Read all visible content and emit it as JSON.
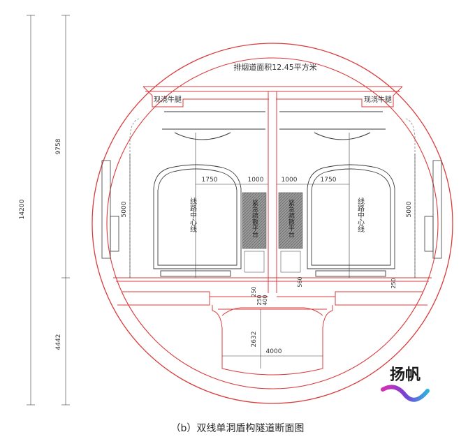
{
  "caption": "（b）双线单洞盾构隧道断面图",
  "smoke_duct_label": "排烟道面积12.45平方米",
  "corbel_label": "现浇牛腿",
  "emergency_platform_label": "紧急疏散平台",
  "track_center_label": "线路中心线",
  "logo_text": "扬帆",
  "dimensions": {
    "total_height": "14200",
    "upper_height": "9758",
    "lower_height": "4442",
    "gauge_height_left": "5000",
    "gauge_height_right": "5000",
    "center_to_wall_left": "1750",
    "center_to_wall_right": "1750",
    "platform_width_left": "1000",
    "platform_width_right": "1000",
    "platform_height": "560",
    "track_depth_left": "250",
    "track_depth_center": "250",
    "slab_thickness": "400",
    "track_depth_right": "250",
    "channel_height": "2632",
    "channel_width": "4000"
  },
  "colors": {
    "structure": "#d93b3b",
    "drawing": "#3a3a3a",
    "platform": "#8a8a8a",
    "logo": "#1a1a1a"
  }
}
